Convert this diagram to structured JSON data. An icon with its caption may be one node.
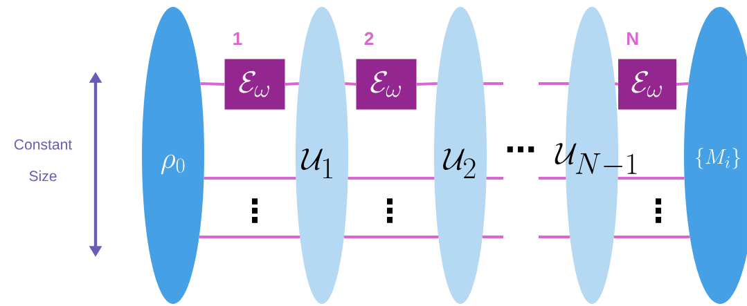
{
  "diagram": {
    "nodes": [
      {
        "text": [
          "\\rho_0"
        ]
      },
      {
        "text": [
          "\\mathcal{E}_\\omega"
        ],
        "beside": [
          "1"
        ]
      },
      {
        "text": [
          "\\mathcal{U}_1"
        ]
      },
      {
        "text": [
          "\\mathcal{E}_\\omega"
        ],
        "beside": [
          "2"
        ]
      },
      {
        "text": [
          "\\mathcal{U}_2"
        ]
      },
      {
        "text": [
          "\\mathcal{U}_{N-1}"
        ]
      },
      {
        "text": [
          "\\mathcal{E}_\\omega"
        ],
        "beside": [
          "N"
        ]
      },
      {
        "text": [
          "\\{M_i\\}"
        ]
      }
    ],
    "edges": [
      {
        "from": 0,
        "to": 1,
        "arrow": "none"
      },
      {
        "from": 1,
        "to": 2,
        "arrow": "none"
      },
      {
        "from": 2,
        "to": 3,
        "arrow": "none"
      },
      {
        "from": 3,
        "to": 4,
        "arrow": "none"
      },
      {
        "from": 4,
        "to": null,
        "arrow": "none"
      },
      {
        "from": null,
        "to": 5,
        "arrow": "none"
      },
      {
        "from": 5,
        "to": 6,
        "arrow": "none"
      },
      {
        "from": 6,
        "to": 7,
        "arrow": "none"
      },
      {
        "from": 0,
        "to": 2,
        "arrow": "none"
      },
      {
        "from": 2,
        "to": 4,
        "arrow": "none"
      },
      {
        "from": 4,
        "to": null,
        "arrow": "none"
      },
      {
        "from": null,
        "to": 5,
        "arrow": "none"
      },
      {
        "from": 5,
        "to": 7,
        "arrow": "none"
      },
      {
        "from": 0,
        "to": 2,
        "arrow": "none"
      },
      {
        "from": 2,
        "to": 4,
        "arrow": "none"
      },
      {
        "from": 4,
        "to": null,
        "arrow": "none"
      },
      {
        "from": null,
        "to": 5,
        "arrow": "none"
      },
      {
        "from": 5,
        "to": 7,
        "arrow": "none"
      }
    ],
    "labels": [
      "Constant Size",
      "⋮",
      "⋮",
      "⋯",
      "⋮"
    ]
  }
}
